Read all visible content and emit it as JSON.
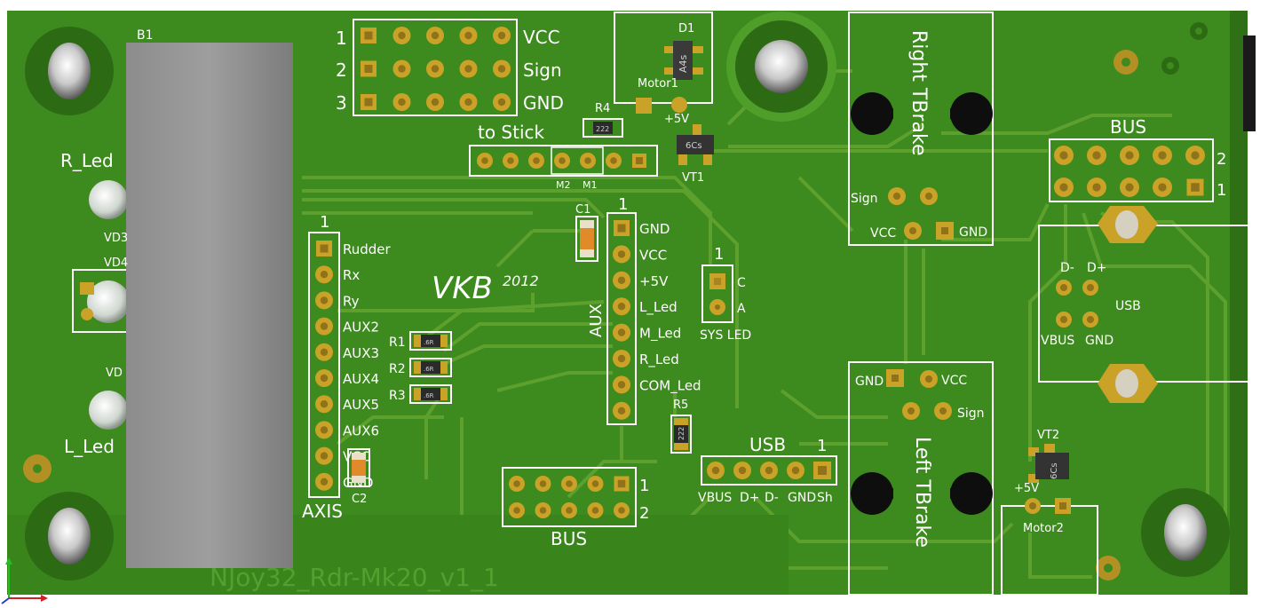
{
  "board": {
    "name": "NJoy32_Rdr-Mk20_v1_1",
    "logo": "VKB",
    "year": "2012",
    "colors": {
      "board": "#3f8a1f",
      "trace": "#5c9e2c",
      "pad": "#c9a227",
      "silk": "#ffffff"
    }
  },
  "components": {
    "b1": "B1",
    "d1": "D1",
    "d1_mark": "A4s",
    "r_led": "R_Led",
    "l_led": "L_Led",
    "vd3": "VD3",
    "vd4": "VD4",
    "vd_partial": "VD",
    "motor1": "Motor1",
    "motor2": "Motor2",
    "plus5v": "+5V",
    "r1": "R1",
    "r2": "R2",
    "r3": "R3",
    "r4": "R4",
    "r5": "R5",
    "c1": "C1",
    "c2": "C2",
    "vt1": "VT1",
    "vt2": "VT2",
    "vt_mark": "6Cs",
    "r4_val": "222",
    "r5_val": "222",
    "r_small": [
      ".6R",
      ".6R",
      ".6R"
    ]
  },
  "top_header": {
    "rows": [
      {
        "num": "1",
        "label": "VCC"
      },
      {
        "num": "2",
        "label": "Sign"
      },
      {
        "num": "3",
        "label": "GND"
      }
    ]
  },
  "to_stick": {
    "title": "to Stick",
    "m2": "M2",
    "m1": "M1"
  },
  "axis_header": {
    "title": "AXIS",
    "pin1": "1",
    "pins": [
      "Rudder",
      "Rx",
      "Ry",
      "AUX2",
      "AUX3",
      "AUX4",
      "AUX5",
      "AUX6",
      "VCC",
      "GND"
    ]
  },
  "aux_header": {
    "title": "AUX",
    "pin1": "1",
    "pins": [
      "GND",
      "VCC",
      "+5V",
      "L_Led",
      "M_Led",
      "R_Led",
      "COM_Led",
      ""
    ]
  },
  "sys_led": {
    "pin1": "1",
    "c": "C",
    "a": "A",
    "label": "SYS LED"
  },
  "bus_bottom": {
    "title": "BUS",
    "row1": "1",
    "row2": "2"
  },
  "usb_header": {
    "title": "USB",
    "pin1": "1",
    "pins": [
      "VBUS",
      "D+",
      "D-",
      "GND",
      "Sh"
    ]
  },
  "bus_right": {
    "title": "BUS",
    "row2": "2",
    "row1": "1"
  },
  "usb_connector": {
    "title": "USB",
    "dminus": "D-",
    "dplus": "D+",
    "vbus": "VBUS",
    "gnd": "GND"
  },
  "right_tbrake": {
    "title": "Right TBrake",
    "sign": "Sign",
    "vcc": "VCC",
    "gnd": "GND"
  },
  "left_tbrake": {
    "title": "Left TBrake",
    "gnd": "GND",
    "vcc": "VCC",
    "sign": "Sign"
  }
}
